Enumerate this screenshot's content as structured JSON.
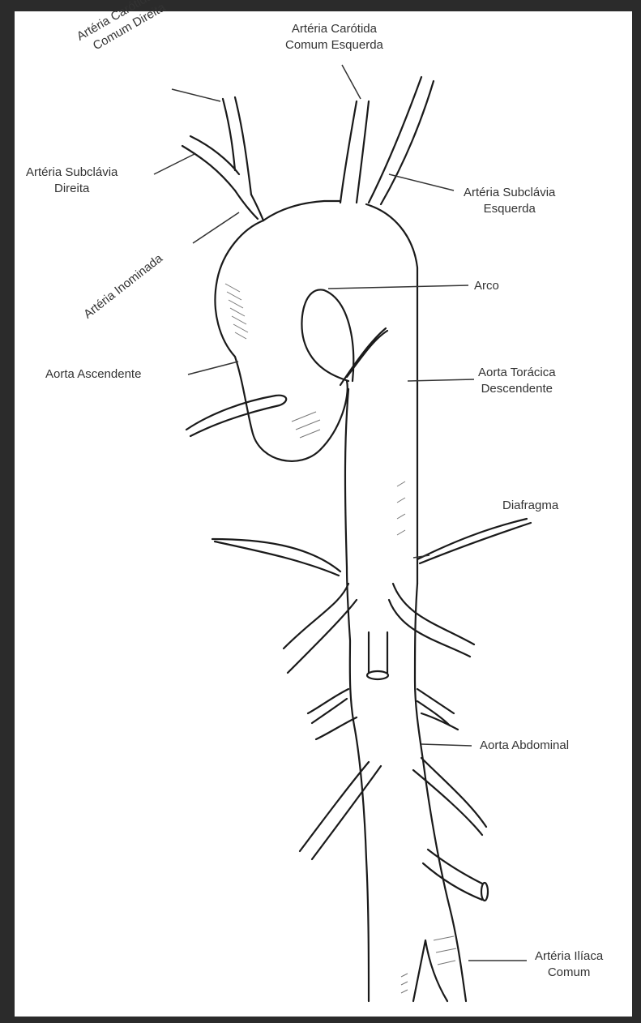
{
  "labels": {
    "right_common_carotid": [
      "Artéria Carótida",
      "Comum Direita"
    ],
    "left_common_carotid": [
      "Artéria Carótida",
      "Comum Esquerda"
    ],
    "right_subclavian": [
      "Artéria Subclávia",
      "Direita"
    ],
    "left_subclavian": [
      "Artéria Subclávia",
      "Esquerda"
    ],
    "innominate": "Artéria Inominada",
    "arch": "Arco",
    "ascending_aorta": "Aorta Ascendente",
    "descending_thoracic_aorta": [
      "Aorta Torácica",
      "Descendente"
    ],
    "diaphragm": "Diafragma",
    "abdominal_aorta": "Aorta Abdominal",
    "common_iliac": [
      "Artéria Ilíaca",
      "Comum"
    ]
  },
  "colors": {
    "frame": "#2b2b2b",
    "background": "#ffffff",
    "stroke": "#1a1a1a",
    "text": "#333333"
  }
}
